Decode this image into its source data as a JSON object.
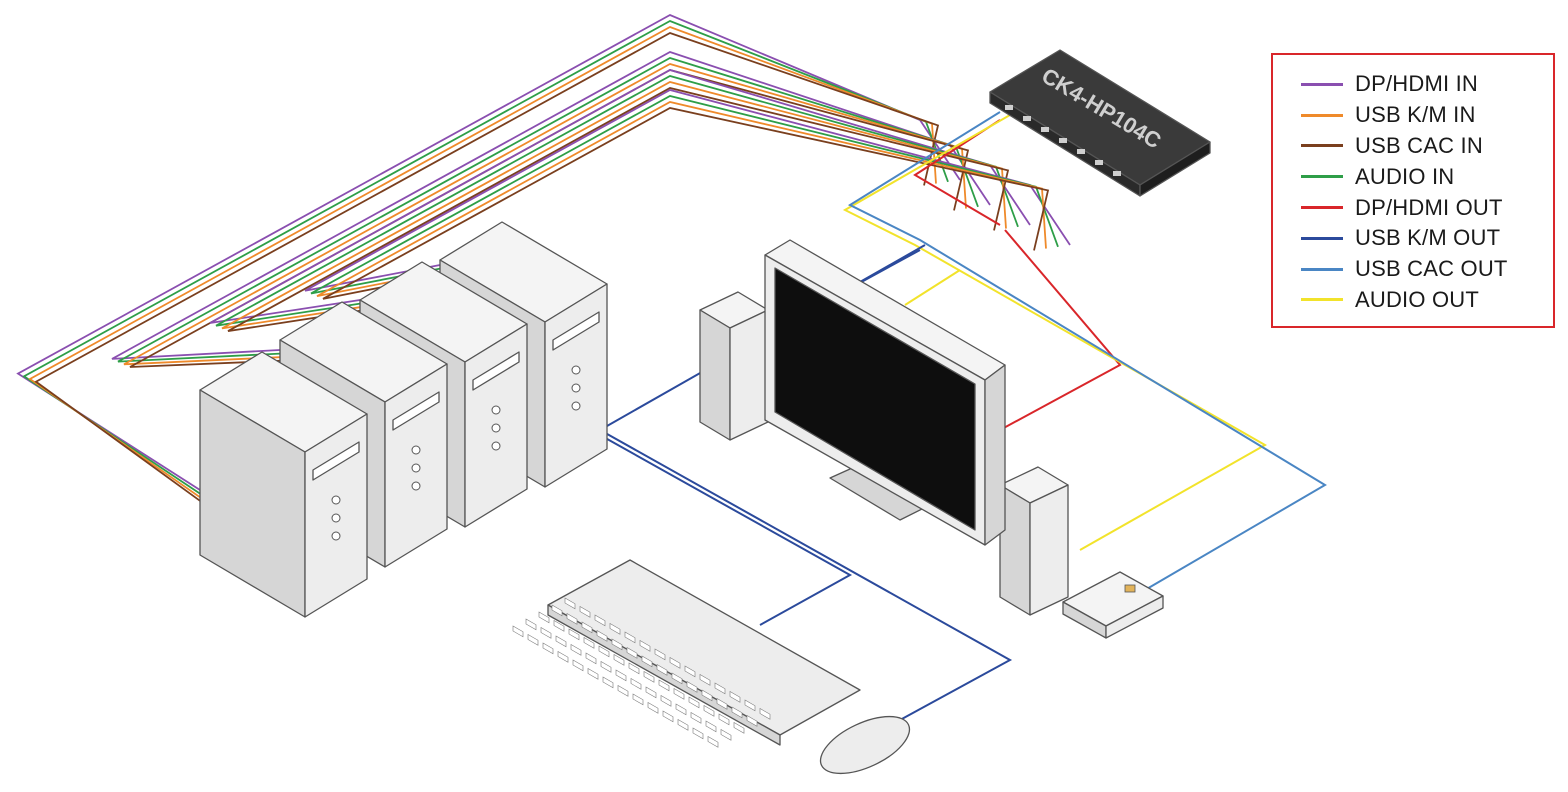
{
  "device": {
    "model_label": "CK4-HP104C"
  },
  "legend": {
    "items": [
      {
        "label": "DP/HDMI IN",
        "color": "#8a4fb0"
      },
      {
        "label": "USB K/M IN",
        "color": "#ef8a2a"
      },
      {
        "label": "USB CAC IN",
        "color": "#7a3f1e"
      },
      {
        "label": "AUDIO IN",
        "color": "#2e9e48"
      },
      {
        "label": "DP/HDMI OUT",
        "color": "#d9262a"
      },
      {
        "label": "USB K/M OUT",
        "color": "#2b4a9c"
      },
      {
        "label": "USB CAC OUT",
        "color": "#4a86c4"
      },
      {
        "label": "AUDIO OUT",
        "color": "#f2e32b"
      }
    ],
    "border_color": "#d9262a"
  },
  "colors": {
    "equipment_face": "#ededed",
    "equipment_side": "#d6d6d6",
    "equipment_outline": "#555555",
    "switch_body": "#3a3a3a",
    "screen": "#0e0e0e"
  },
  "icons": [
    "kvm-switch-icon",
    "computer-tower-icon",
    "monitor-icon",
    "speaker-icon",
    "keyboard-icon",
    "mouse-icon",
    "cac-reader-icon"
  ]
}
